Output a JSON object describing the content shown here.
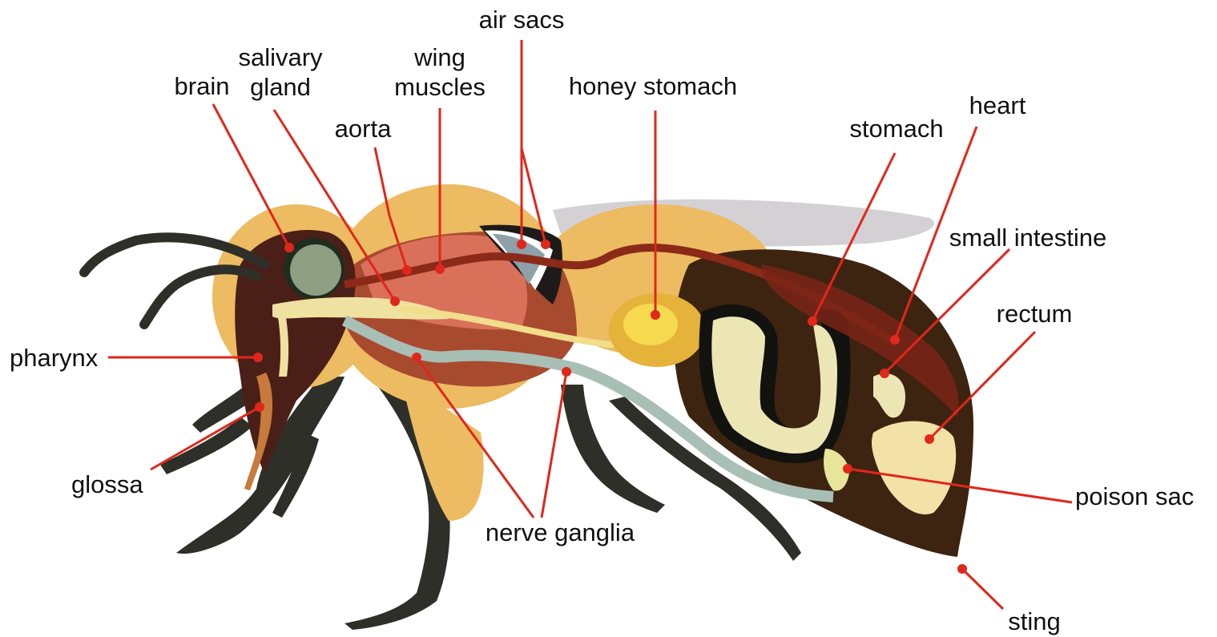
{
  "labels": {
    "air_sacs": "air sacs",
    "salivary_1": "salivary",
    "salivary_2": "gland",
    "wing_1": "wing",
    "wing_2": "muscles",
    "brain": "brain",
    "honey_stomach": "honey stomach",
    "heart": "heart",
    "aorta": "aorta",
    "stomach": "stomach",
    "small_intestine": "small intestine",
    "rectum": "rectum",
    "pharynx": "pharynx",
    "glossa": "glossa",
    "nerve_ganglia": "nerve ganglia",
    "poison_sac": "poison sac",
    "sting": "sting"
  },
  "colors": {
    "leader": "#e0271b",
    "fur": "#ecbb62",
    "legs": "#2e2f28",
    "abdomen": "#3d2410",
    "thorax_muscle": "#d9705a",
    "head": "#4a1f18",
    "eye": "#8e9e82",
    "nerve_cord": "#a8bfb6",
    "honey_stomach": "#e5b23a",
    "stomach_folds": "#ece6b4",
    "wing": "#d3d0d4"
  }
}
